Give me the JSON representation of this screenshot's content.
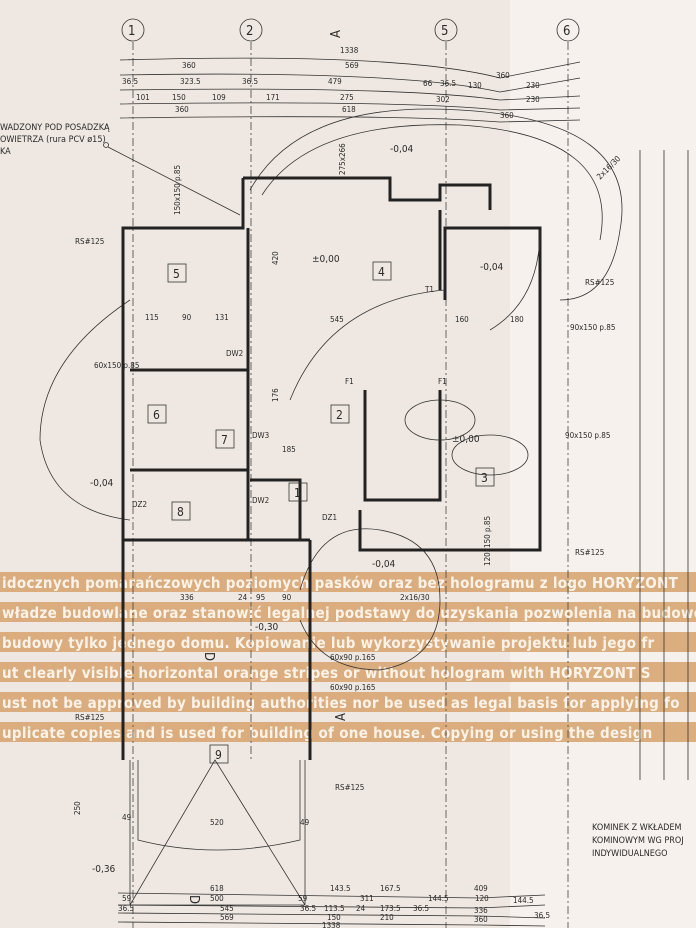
{
  "axes": [
    "1",
    "2",
    "5",
    "6"
  ],
  "top_dimensions": [
    "1338",
    "360",
    "569",
    "360",
    "36.5",
    "323.5",
    "36.5",
    "479",
    "66",
    "36.5",
    "130",
    "230",
    "101",
    "150",
    "109",
    "171",
    "275",
    "302",
    "230",
    "360",
    "618",
    "360"
  ],
  "bottom_dimensions": [
    "618",
    "143.5",
    "167.5",
    "409",
    "59",
    "500",
    "59",
    "311",
    "144.5",
    "120",
    "144.5",
    "36.5",
    "545",
    "36.5",
    "113.5",
    "24",
    "173.5",
    "36.5",
    "336",
    "36.5",
    "569",
    "150",
    "210",
    "360",
    "1338",
    "520",
    "49",
    "49",
    "250"
  ],
  "rooms": [
    "1",
    "2",
    "3",
    "4",
    "5",
    "6",
    "7",
    "8",
    "9"
  ],
  "levels": [
    "±0,00",
    "±0,00",
    "-0,04",
    "-0,04",
    "-0,04",
    "-0,04",
    "-0,30",
    "-0,36"
  ],
  "labels": [
    "150x150 p.85",
    "275x266",
    "90x150 p.85",
    "90x150 p.85",
    "60x150 p.85",
    "120x150 p.85",
    "60x90 p.165",
    "60x90 p.165",
    "RS#125",
    "RS#125",
    "RS#125",
    "RS#125",
    "RS#125",
    "2x16/30",
    "2x16/30",
    "DW2",
    "DW3",
    "DW2",
    "DZ2",
    "DZ1",
    "F1",
    "F1",
    "T1",
    "545",
    "160",
    "180",
    "115",
    "90",
    "131",
    "420",
    "176",
    "185",
    "336",
    "24",
    "95",
    "90"
  ],
  "section_markers": [
    "A",
    "A",
    "D",
    "D"
  ],
  "notes": {
    "top_left": [
      "WADZONY POD POSADZKĄ",
      "OWIETRZA (rura PCV ø15)",
      "KA"
    ],
    "bottom_right": [
      "KOMINEK Z WKŁADEM",
      "KOMINOWYM  WG PROJ",
      "INDYWIDUALNEGO"
    ]
  },
  "watermark": [
    "idocznych pomarańczowych poziomych pasków oraz bez hologramu z logo HORYZONT",
    "władze budowlane oraz stanowić legalnej podstawy do uzyskania pozwolenia na budowę",
    "budowy  tylko  jednego  domu.  Kopiowanie  lub wykorzystywanie  projektu  lub  jego  fr",
    "ut clearly visible horizontal orange stripes or without hologram with HORYZONT S",
    "ust not be approved by building authorities nor be used as legal basis for applying fo",
    "uplicate copies and is used for building of one house. Copying or using the design"
  ],
  "colors": {
    "paper": "#efe8e2",
    "stripe": "#d8a673",
    "ink": "#2a2a2a"
  }
}
